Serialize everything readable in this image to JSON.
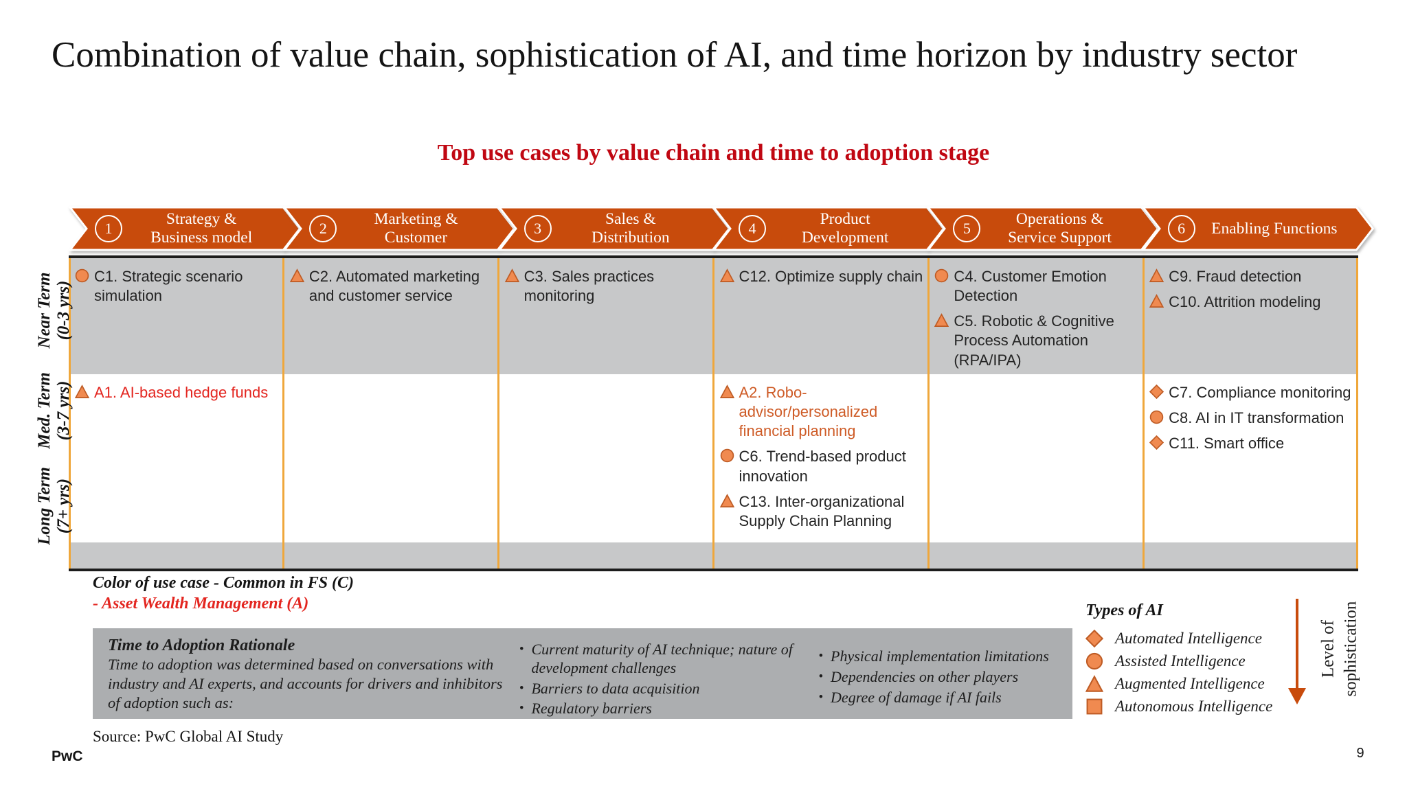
{
  "slide": {
    "title": "Combination of value chain, sophistication of AI, and time horizon by industry sector",
    "subtitle": "Top use cases by value chain and time to adoption stage",
    "source": "Source: PwC Global AI Study",
    "logo_text": "PwC",
    "page_number": "9"
  },
  "colors": {
    "pwc_orange": "#C84B0C",
    "gold_line": "#EFA73B",
    "icon_fill": "#F08A50",
    "icon_stroke": "#BE5B24",
    "red_text": "#E3251F",
    "subtitle_red": "#C00712",
    "a2_orange": "#CE5B26",
    "row_gray": "#C7C8C9",
    "box_gray": "#ACAEB0"
  },
  "matrix": {
    "row_labels": [
      {
        "line1": "Near Term",
        "line2": "(0-3 yrs)"
      },
      {
        "line1": "Med. Term",
        "line2": "(3-7 yrs)"
      },
      {
        "line1": "Long Term",
        "line2": "(7+ yrs)"
      }
    ],
    "columns": [
      {
        "number": "1",
        "lines": [
          "Strategy &",
          "Business model"
        ]
      },
      {
        "number": "2",
        "lines": [
          "Marketing &",
          "Customer"
        ]
      },
      {
        "number": "3",
        "lines": [
          "Sales &",
          "Distribution"
        ]
      },
      {
        "number": "4",
        "lines": [
          "Product",
          "Development"
        ]
      },
      {
        "number": "5",
        "lines": [
          "Operations &",
          "Service Support"
        ]
      },
      {
        "number": "6",
        "lines": [
          "Enabling Functions"
        ]
      }
    ],
    "near_term_cells": [
      [
        {
          "icon": "circle",
          "text": "C1. Strategic scenario simulation"
        }
      ],
      [
        {
          "icon": "triangle",
          "text": "C2. Automated marketing and customer service"
        }
      ],
      [
        {
          "icon": "triangle",
          "text": "C3. Sales practices monitoring"
        }
      ],
      [
        {
          "icon": "triangle",
          "text": "C12. Optimize supply chain"
        }
      ],
      [
        {
          "icon": "circle",
          "text": "C4. Customer Emotion Detection"
        },
        {
          "icon": "triangle",
          "text": "C5. Robotic & Cognitive Process Automation (RPA/IPA)"
        }
      ],
      [
        {
          "icon": "triangle",
          "text": "C9. Fraud detection"
        },
        {
          "icon": "triangle",
          "text": "C10. Attrition modeling"
        }
      ]
    ],
    "mid_long_cells": [
      [
        {
          "icon": "triangle",
          "text": "A1. AI-based hedge funds",
          "text_color": "red"
        }
      ],
      [],
      [],
      [
        {
          "icon": "triangle",
          "text": "A2. Robo-advisor/personalized financial planning",
          "text_color": "orange"
        },
        {
          "icon": "circle",
          "text": "C6. Trend-based product innovation"
        },
        {
          "icon": "triangle",
          "text": "C13. Inter-organizational Supply Chain Planning"
        }
      ],
      [],
      [
        {
          "icon": "diamond",
          "text": "C7. Compliance monitoring"
        },
        {
          "icon": "circle",
          "text": "C8. AI in IT transformation"
        },
        {
          "icon": "diamond",
          "text": "C11. Smart office"
        }
      ]
    ]
  },
  "color_legend": {
    "line1": "Color of use case - Common in FS (C)",
    "line2": "- Asset Wealth Management (A)"
  },
  "rationale": {
    "title": "Time to Adoption Rationale",
    "intro": "Time to adoption was determined based on conversations with industry and AI experts, and accounts for drivers and inhibitors of adoption such as:",
    "bullets_col1": [
      "Current maturity of AI technique; nature of development challenges",
      "Barriers to data acquisition",
      "Regulatory barriers"
    ],
    "bullets_col2": [
      "Physical implementation limitations",
      "Dependencies on other players",
      "Degree of damage if AI fails"
    ]
  },
  "types_of_ai": {
    "title": "Types of AI",
    "items": [
      {
        "icon": "diamond",
        "label": "Automated Intelligence"
      },
      {
        "icon": "circle",
        "label": "Assisted Intelligence"
      },
      {
        "icon": "triangle",
        "label": "Augmented Intelligence"
      },
      {
        "icon": "square",
        "label": "Autonomous Intelligence"
      }
    ]
  },
  "sophistication_axis": {
    "line1": "Level of",
    "line2": "sophistication"
  }
}
